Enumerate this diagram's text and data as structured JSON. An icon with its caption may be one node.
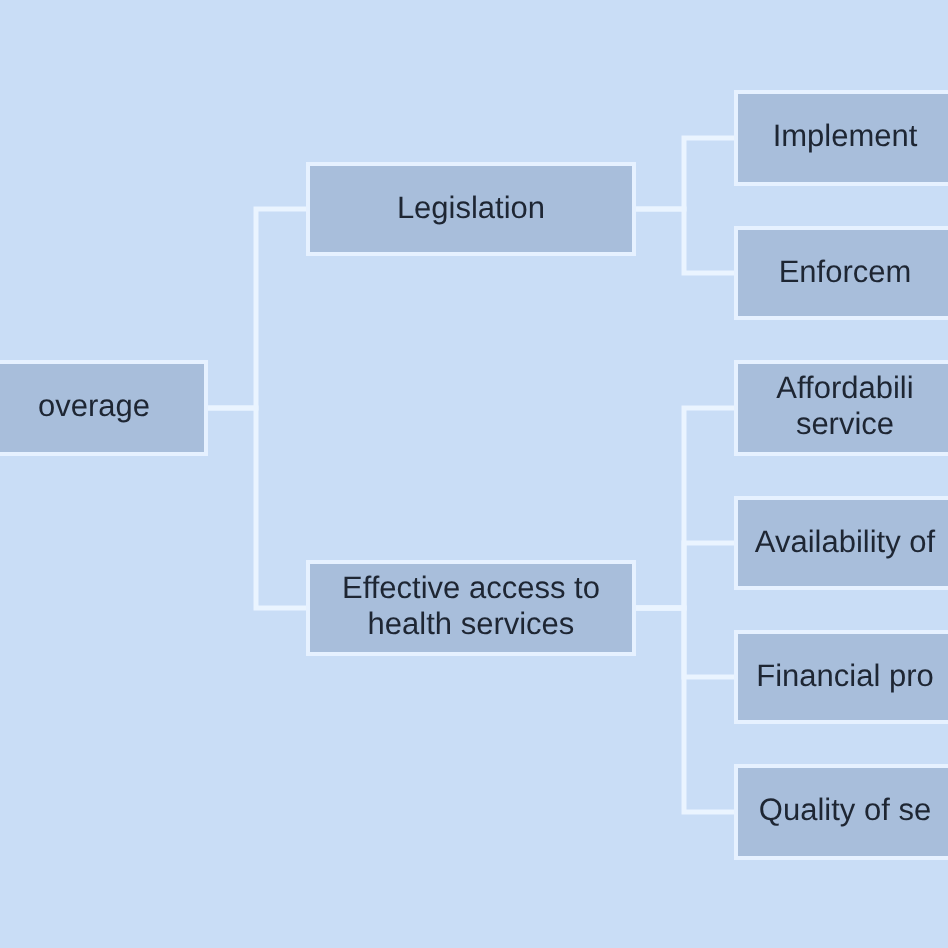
{
  "diagram": {
    "nodes": [
      {
        "text": [
          "overage"
        ]
      },
      {
        "text": [
          "Legislation"
        ]
      },
      {
        "text": [
          "Effective access to health services"
        ]
      },
      {
        "text": [
          "Implement"
        ]
      },
      {
        "text": [
          "Enforcem"
        ]
      },
      {
        "text": [
          "Affordabili service"
        ]
      },
      {
        "text": [
          "Availability of"
        ]
      },
      {
        "text": [
          "Financial pro"
        ]
      },
      {
        "text": [
          "Quality of se"
        ]
      }
    ],
    "edges": [
      {
        "from": 0,
        "to": 1,
        "arrow": "none"
      },
      {
        "from": 0,
        "to": 2,
        "arrow": "none"
      },
      {
        "from": 1,
        "to": 3,
        "arrow": "none"
      },
      {
        "from": 1,
        "to": 4,
        "arrow": "none"
      },
      {
        "from": 2,
        "to": 5,
        "arrow": "none"
      },
      {
        "from": 2,
        "to": 6,
        "arrow": "none"
      },
      {
        "from": 2,
        "to": 7,
        "arrow": "none"
      },
      {
        "from": 2,
        "to": 8,
        "arrow": "none"
      }
    ]
  }
}
